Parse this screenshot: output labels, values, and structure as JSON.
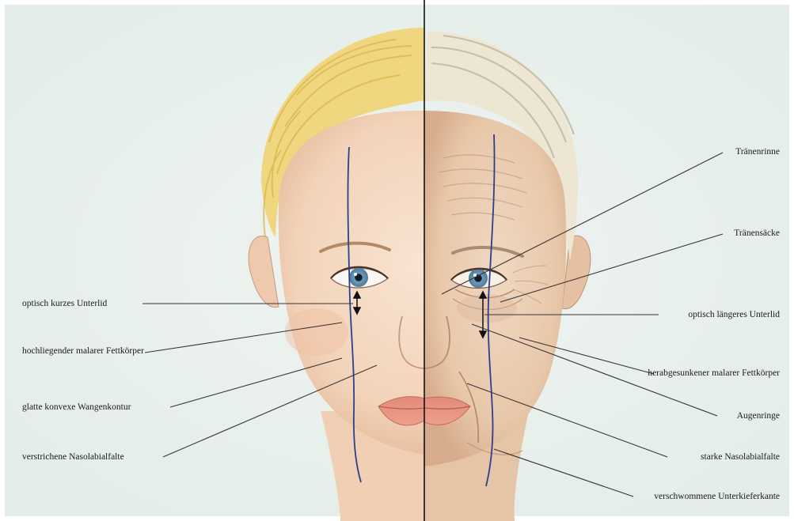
{
  "colors": {
    "background": "#e9f1ee",
    "frame": "#ffffff",
    "divider": "#111111",
    "contour_line": "#2b3f8e",
    "leader_line": "#3a3434",
    "label_text": "#1e1a18",
    "hair_young": "#f2dc8a",
    "hair_old": "#ebe7d6",
    "skin_young": "#f4d8c0",
    "skin_old": "#eacdb0",
    "lips": "#e49382",
    "iris": "#7aa4c2"
  },
  "labels_left": [
    {
      "id": "kurzes-unterlid",
      "text": "optisch kurzes Unterlid"
    },
    {
      "id": "malarer-fettkoerper-hoch",
      "text": "hochliegender malarer Fettkörper"
    },
    {
      "id": "wangenkontur",
      "text": "glatte konvexe Wangenkontur"
    },
    {
      "id": "nasolabialfalte-verstrichen",
      "text": "verstrichene Nasolabialfalte"
    }
  ],
  "labels_right": [
    {
      "id": "traenenrinne",
      "text": "Tränenrinne"
    },
    {
      "id": "traenensaecke",
      "text": "Tränensäcke"
    },
    {
      "id": "laengeres-unterlid",
      "text": "optisch längeres Unterlid"
    },
    {
      "id": "malarer-fettkoerper-herab",
      "text": "herabgesunkener malarer Fettkörper"
    },
    {
      "id": "augenringe",
      "text": "Augenringe"
    },
    {
      "id": "nasolabialfalte-stark",
      "text": "starke Nasolabialfalte"
    },
    {
      "id": "unterkieferkante",
      "text": "verschwommene Unterkieferkante"
    }
  ]
}
